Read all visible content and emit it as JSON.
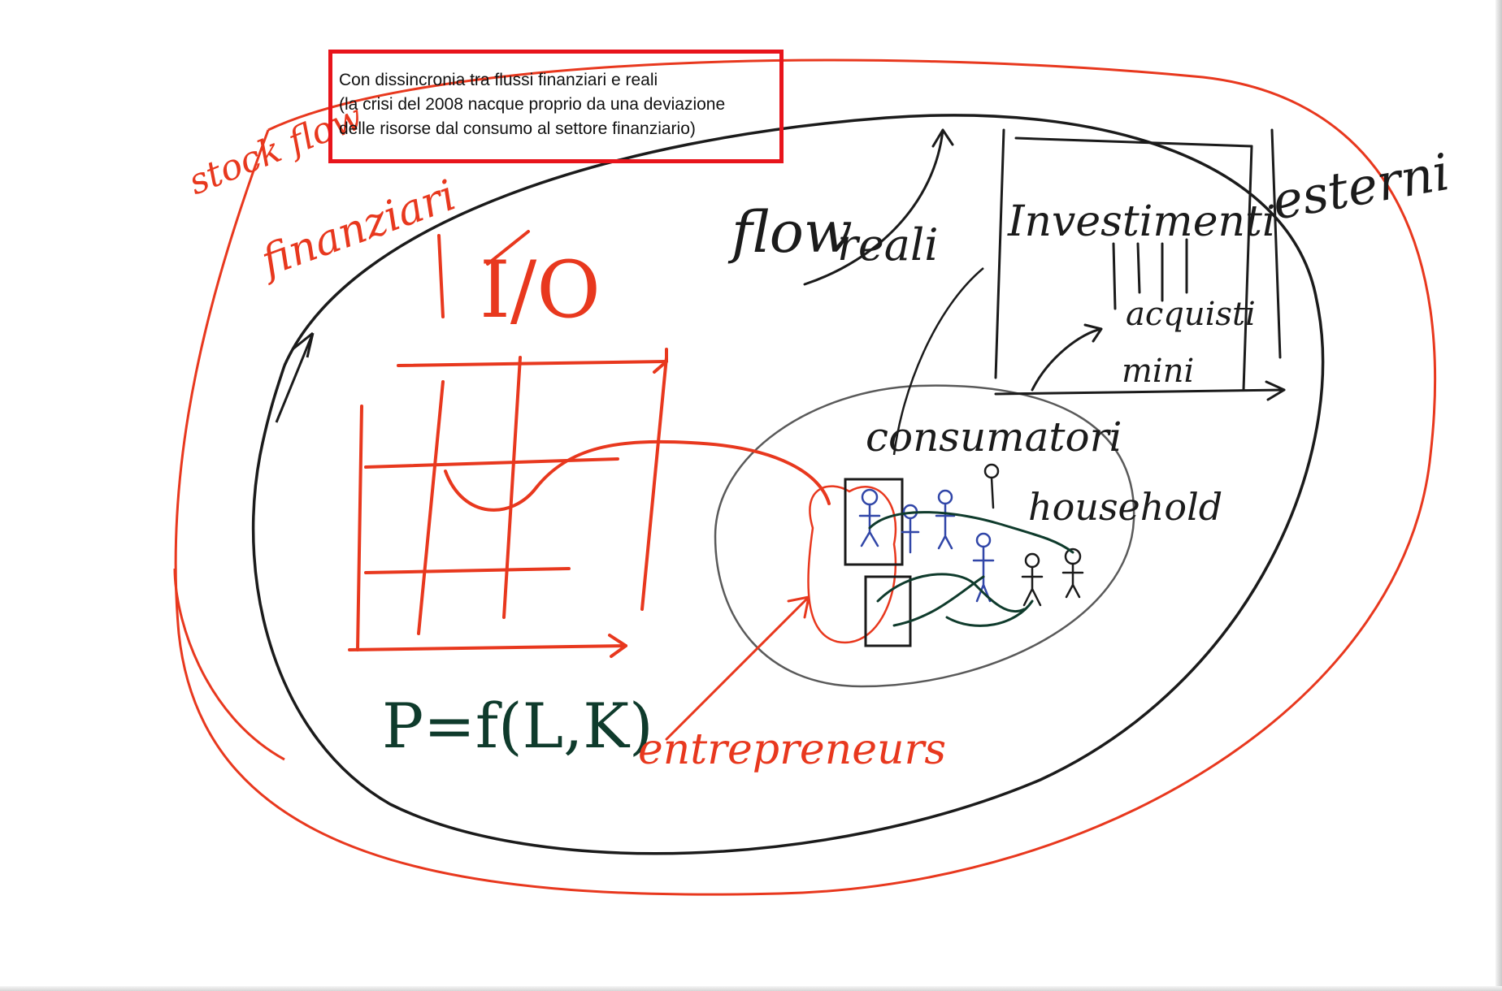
{
  "annotation": {
    "lines": [
      "Con dissincronia tra flussi finanziari e reali",
      "(la crisi del 2008 nacque proprio da una deviazione",
      "delle risorse dal consumo al settore finanziario)"
    ]
  },
  "handwriting": {
    "stock_flow": "stock flow",
    "finanziari": "finanziari",
    "io": "I/O",
    "flow_reali_1": "flow",
    "flow_reali_2": "reali",
    "investimenti": "Investimenti",
    "acquisti": "acquisti",
    "mini": "mini",
    "esterni": "esterni",
    "consumatori": "consumatori",
    "household": "household",
    "production_function": "P=f(L,K)",
    "entrepreneurs": "entrepreneurs"
  },
  "colors": {
    "red_marker": "#e8381e",
    "black_marker": "#1b1b1b",
    "green_marker": "#0f3b2c",
    "blue_marker": "#3146a8",
    "annotation_border": "#e8141b"
  }
}
